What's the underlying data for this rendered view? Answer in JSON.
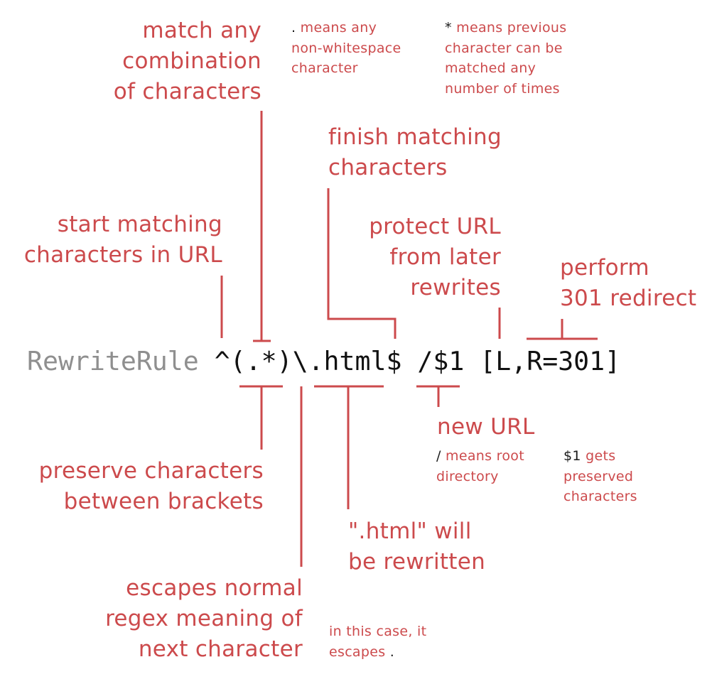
{
  "code": {
    "keyword": "RewriteRule",
    "pattern": "^(.*)\\.html$",
    "substitution": "/$1",
    "flags": "[L,R=301]"
  },
  "annotations": {
    "match_any": [
      "match any",
      "combination",
      "of characters"
    ],
    "dot_note": {
      "symbol": ".",
      "lines": [
        " means any",
        "non-whitespace",
        "character"
      ]
    },
    "star_note": {
      "symbol": "*",
      "lines": [
        " means previous",
        "character can be",
        "matched any",
        "number of times"
      ]
    },
    "finish": [
      "finish matching",
      "characters"
    ],
    "start": [
      "start matching",
      "characters in URL"
    ],
    "protect": [
      "protect URL",
      "from later",
      "rewrites"
    ],
    "redirect": [
      "perform",
      "301 redirect"
    ],
    "new_url": "new URL",
    "slash_note": {
      "symbol": "/",
      "lines": [
        " means root",
        "directory"
      ]
    },
    "dollar_note": {
      "symbol": "$1",
      "lines": [
        " gets",
        "preserved",
        "characters"
      ]
    },
    "preserve": [
      "preserve characters",
      "between brackets"
    ],
    "html_note": [
      "\".html\" will",
      "be rewritten"
    ],
    "escapes": [
      "escapes normal",
      "regex meaning of",
      "next character"
    ],
    "case_note": {
      "lines": [
        "in this case, it",
        "escapes "
      ],
      "symbol": "."
    }
  },
  "colors": {
    "accent": "#cc4a4c",
    "code": "#111111",
    "keyword": "#8f8f8f"
  }
}
